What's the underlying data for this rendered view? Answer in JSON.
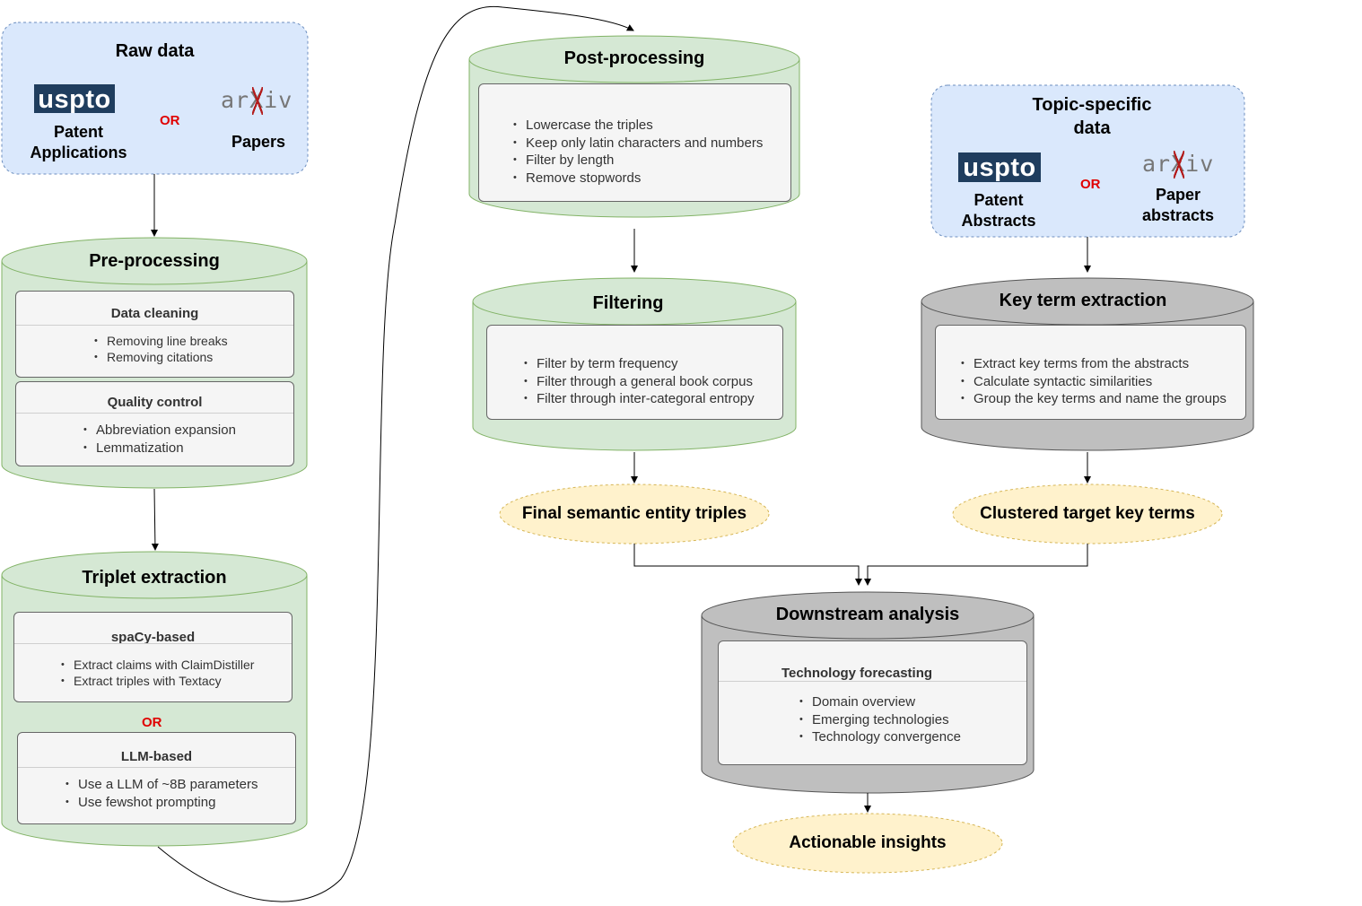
{
  "colors": {
    "green_fill": "#d5e8d4",
    "green_stroke": "#82b366",
    "blue_fill": "#dae8fc",
    "blue_stroke": "#6c8ebf",
    "gray_fill": "#bfbfbf",
    "gray_stroke": "#555555",
    "yellow_fill": "#fff2cc",
    "yellow_stroke": "#d6b656",
    "or_red": "#e00000",
    "uspto_navy": "#1f3d5e",
    "arxiv_red": "#b31b1b"
  },
  "raw_data": {
    "title": "Raw data",
    "logo_left": "uspto",
    "label_left": [
      "Patent",
      "Applications"
    ],
    "or": "OR",
    "logo_right_a": "ar",
    "logo_right_x": "X",
    "logo_right_b": "iv",
    "label_right": "Papers"
  },
  "preprocessing": {
    "title": "Pre-processing",
    "data_cleaning": {
      "title": "Data cleaning",
      "items": [
        "Removing line breaks",
        "Removing citations"
      ]
    },
    "quality_control": {
      "title": "Quality control",
      "items": [
        "Abbreviation expansion",
        "Lemmatization"
      ]
    }
  },
  "triplet_extraction": {
    "title": "Triplet extraction",
    "spacy": {
      "title": "spaCy-based",
      "items": [
        "Extract claims with ClaimDistiller",
        "Extract triples with Textacy"
      ]
    },
    "or": "OR",
    "llm": {
      "title": "LLM-based",
      "items": [
        "Use a LLM of ~8B parameters",
        "Use fewshot prompting"
      ]
    }
  },
  "postprocessing": {
    "title": "Post-processing",
    "items": [
      "Lowercase the triples",
      "Keep only latin characters and numbers",
      "Filter by length",
      "Remove stopwords"
    ]
  },
  "filtering": {
    "title": "Filtering",
    "items": [
      "Filter by term frequency",
      "Filter through a general book corpus",
      "Filter through inter-categoral entropy"
    ]
  },
  "final_triples": {
    "label": "Final semantic entity triples"
  },
  "topic_data": {
    "title": [
      "Topic-specific",
      "data"
    ],
    "logo_left": "uspto",
    "label_left": [
      "Patent",
      "Abstracts"
    ],
    "or": "OR",
    "logo_right_a": "ar",
    "logo_right_x": "X",
    "logo_right_b": "iv",
    "label_right": [
      "Paper",
      "abstracts"
    ]
  },
  "key_term": {
    "title": "Key term extraction",
    "items": [
      "Extract key terms from the abstracts",
      "Calculate syntactic similarities",
      "Group the key terms and name the groups"
    ]
  },
  "clustered": {
    "label": "Clustered target key terms"
  },
  "downstream": {
    "title": "Downstream analysis",
    "tech": {
      "title": "Technology forecasting",
      "items": [
        "Domain overview",
        "Emerging technologies",
        "Technology convergence"
      ]
    }
  },
  "insights": {
    "label": "Actionable insights"
  }
}
